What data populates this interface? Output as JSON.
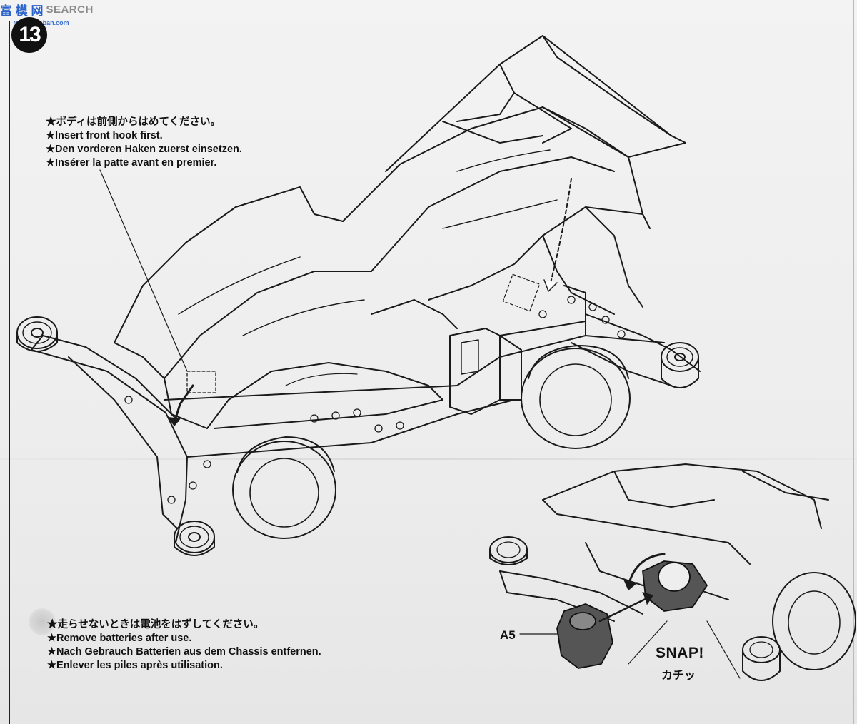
{
  "watermark": {
    "logo_text": "富 模 网",
    "search_text": "SEARCH",
    "sub_text": "www.fmoban.com"
  },
  "step": {
    "number": "13"
  },
  "note_top": {
    "lines": [
      "★ボディは前側からはめてください。",
      "★Insert front hook first.",
      "★Den vorderen Haken zuerst einsetzen.",
      "★Insérer la patte avant en premier."
    ]
  },
  "note_bottom": {
    "lines": [
      "★走らせないときは電池をはずしてください。",
      "★Remove batteries after use.",
      "★Nach Gebrauch Batterien aus dem Chassis entfernen.",
      "★Enlever les piles après utilisation."
    ]
  },
  "part_label": "A5",
  "snap_label": "SNAP!",
  "snap_label_jp": "カチッ"
}
